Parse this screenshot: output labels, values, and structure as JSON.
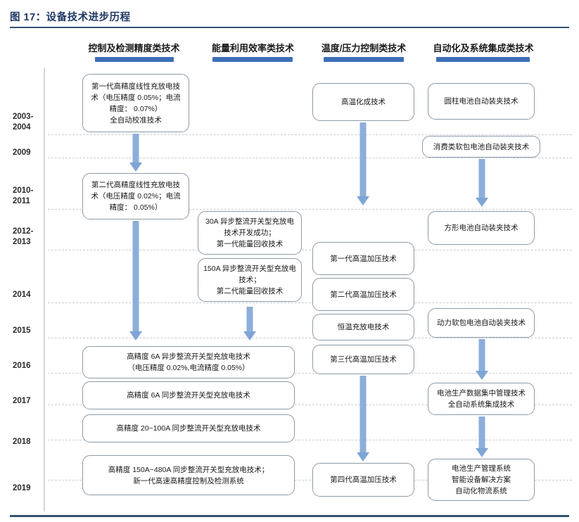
{
  "figure": {
    "title": "图 17：设备技术进步历程"
  },
  "columns": [
    {
      "id": "control-precision",
      "label": "控制及检测精度类技术"
    },
    {
      "id": "energy-efficiency",
      "label": "能量利用效率类技术"
    },
    {
      "id": "temp-pressure",
      "label": "温度/压力控制类技术"
    },
    {
      "id": "automation",
      "label": "自动化及系统集成类技术"
    }
  ],
  "years": [
    {
      "lines": [
        "2003-",
        "2004"
      ]
    },
    {
      "lines": [
        "2009"
      ]
    },
    {
      "lines": [
        "2010-",
        "2011"
      ]
    },
    {
      "lines": [
        "2012-",
        "2013"
      ]
    },
    {
      "lines": [
        "2014"
      ]
    },
    {
      "lines": [
        "2015"
      ]
    },
    {
      "lines": [
        "2016"
      ]
    },
    {
      "lines": [
        "2017"
      ]
    },
    {
      "lines": [
        "2018"
      ]
    },
    {
      "lines": [
        "2019"
      ]
    }
  ],
  "nodes": {
    "c1_n1": {
      "lines": [
        "第一代高精度线性充放电技",
        "术（电压精度 0.05%；电流",
        "精度： 0.07%）",
        "全自动校准技术"
      ]
    },
    "c1_n2": {
      "lines": [
        "第二代高精度线性充放电技",
        "术（电压精度 0.02%；电流",
        "精度： 0.05%）"
      ]
    },
    "c1_n3": {
      "lines": [
        "高精度 6A 异步整流开关型充放电技术",
        "（电压精度 0.02%,电流精度 0.05%）"
      ]
    },
    "c1_n4": {
      "lines": [
        "高精度 6A 同步整流开关型充放电技术"
      ]
    },
    "c1_n5": {
      "lines": [
        "高精度 20~100A 同步整流开关型充放电技术"
      ]
    },
    "c1_n6": {
      "lines": [
        "高精度 150A~480A 同步整流开关型充放电技术；",
        "新一代高速高精度控制及检测系统"
      ]
    },
    "c2_n1": {
      "lines": [
        "30A 异步整流开关型充放电",
        "技术开发成功；",
        "第一代能量回收技术"
      ]
    },
    "c2_n2": {
      "lines": [
        "150A 异步整流开关型充放电",
        "技术；",
        "第二代能量回收技术"
      ]
    },
    "c3_n1": {
      "lines": [
        "高温化成技术"
      ]
    },
    "c3_n2": {
      "lines": [
        "第一代高温加压技术"
      ]
    },
    "c3_n3": {
      "lines": [
        "第二代高温加压技术"
      ]
    },
    "c3_n4": {
      "lines": [
        "恒温充放电技术"
      ]
    },
    "c3_n5": {
      "lines": [
        "第三代高温加压技术"
      ]
    },
    "c3_n6": {
      "lines": [
        "第四代高温加压技术"
      ]
    },
    "c4_n1": {
      "lines": [
        "圆柱电池自动装夹技术"
      ]
    },
    "c4_n2": {
      "lines": [
        "消费类软包电池自动装夹技术"
      ]
    },
    "c4_n3": {
      "lines": [
        "方形电池自动装夹技术"
      ]
    },
    "c4_n4": {
      "lines": [
        "动力软包电池自动装夹技术"
      ]
    },
    "c4_n5": {
      "lines": [
        "电池生产数据集中管理技术",
        "全自动系统集成技术"
      ]
    },
    "c4_n6": {
      "lines": [
        "电池生产管理系统",
        "智能设备解决方案",
        "自动化物流系统"
      ]
    }
  },
  "colors": {
    "title": "#1F3864",
    "rule": "#35526E",
    "header_bar": "#3D6FB8",
    "arrow": "#8CAEDA",
    "arrow_head": "#7FA5D6",
    "node_border": "#8C9AA8",
    "gridline": "#C9CDD3"
  }
}
